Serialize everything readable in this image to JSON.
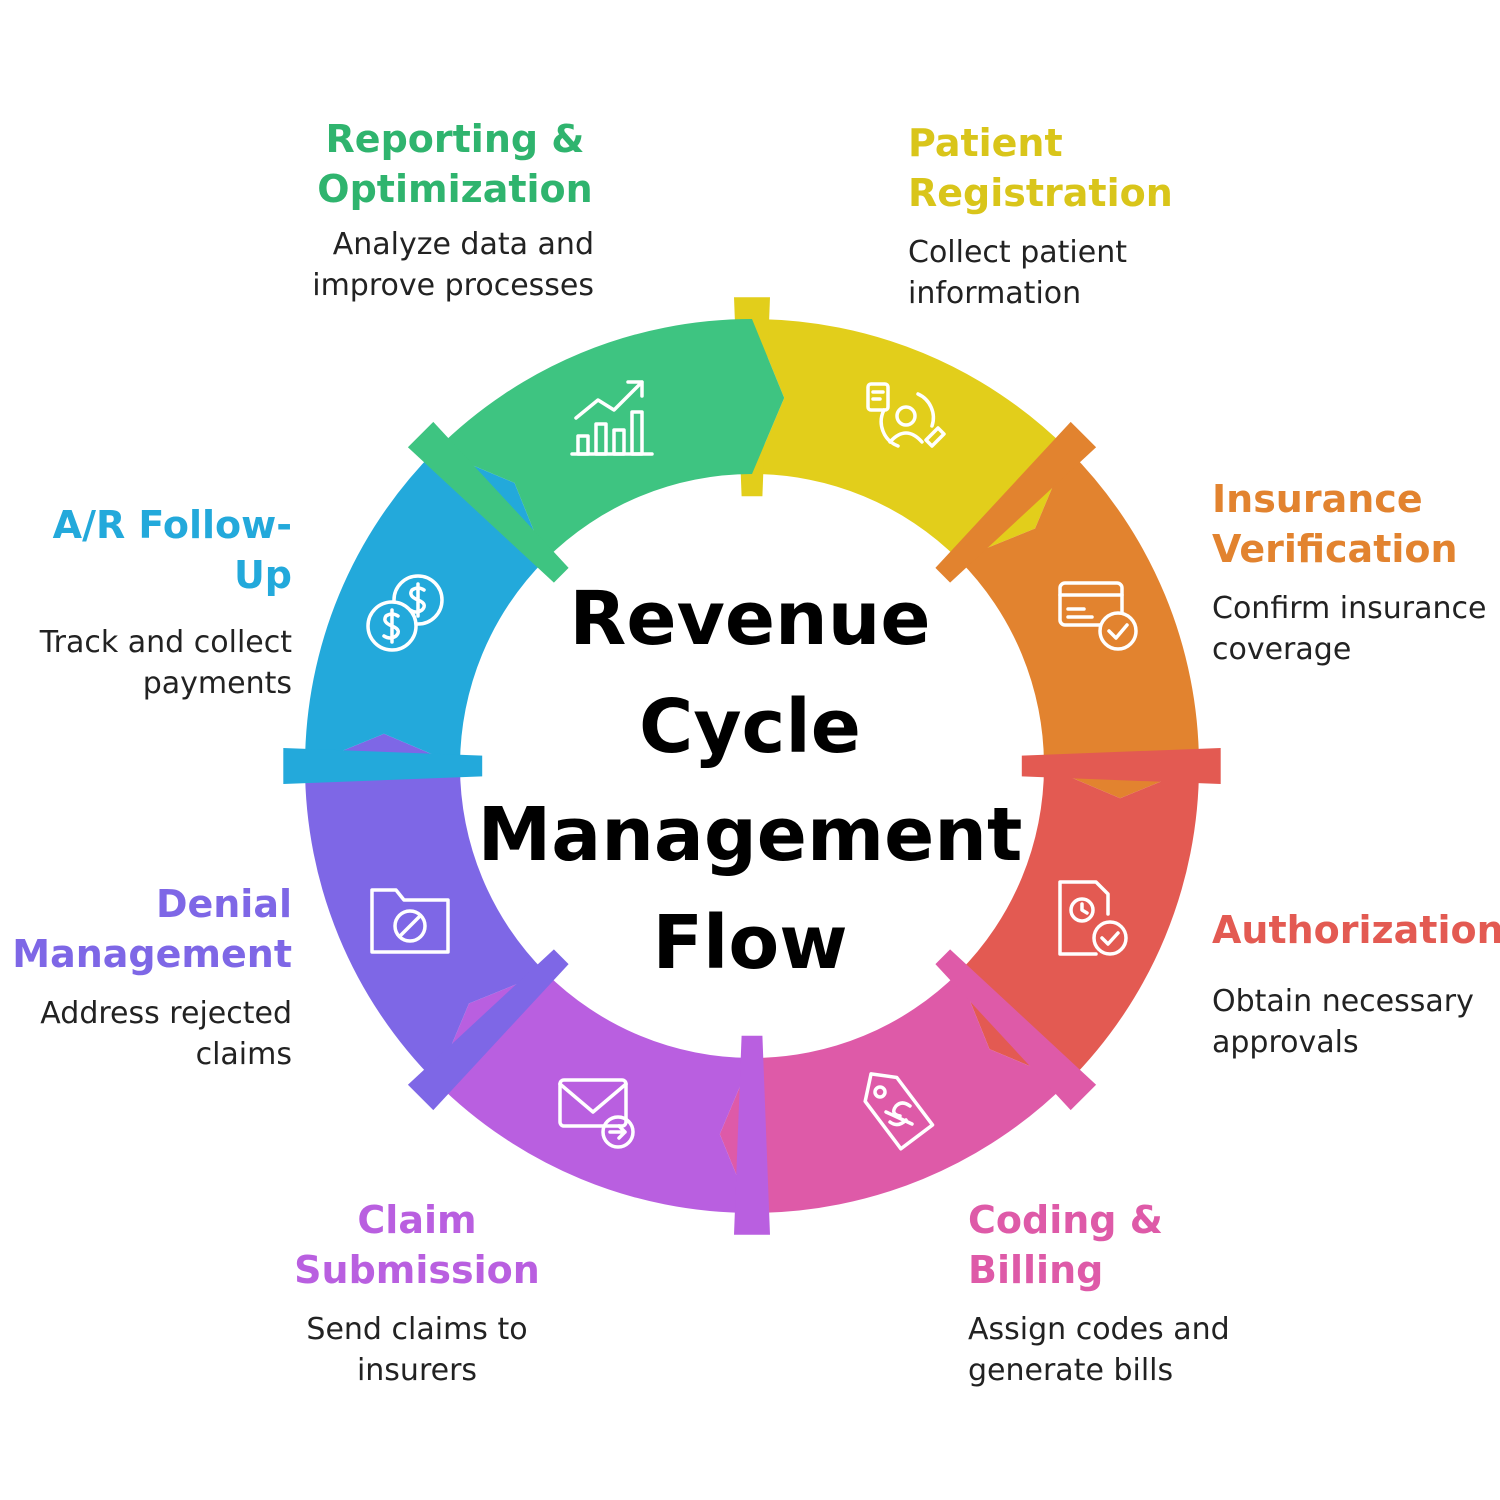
{
  "title": [
    "Revenue",
    "Cycle",
    "Management",
    "Flow"
  ],
  "stages": [
    {
      "id": "patient-registration",
      "title": [
        "Patient",
        "Registration"
      ],
      "desc": [
        "Collect patient",
        "information"
      ],
      "color": "#E2CE1B",
      "icon": "patient-registration-icon"
    },
    {
      "id": "insurance-verification",
      "title": [
        "Insurance",
        "Verification"
      ],
      "desc": [
        "Confirm insurance",
        "coverage"
      ],
      "color": "#E2832F",
      "icon": "insurance-card-check-icon"
    },
    {
      "id": "authorization",
      "title": [
        "Authorization"
      ],
      "desc": [
        "Obtain necessary",
        "approvals"
      ],
      "color": "#E35A52",
      "icon": "document-clock-check-icon"
    },
    {
      "id": "coding-billing",
      "title": [
        "Coding &",
        "Billing"
      ],
      "desc": [
        "Assign codes and",
        "generate bills"
      ],
      "color": "#DE5AA8",
      "icon": "price-tag-icon"
    },
    {
      "id": "claim-submission",
      "title": [
        "Claim",
        "Submission"
      ],
      "desc": [
        "Send claims to",
        "insurers"
      ],
      "color": "#B95FE0",
      "icon": "envelope-send-icon"
    },
    {
      "id": "denial-management",
      "title": [
        "Denial",
        "Management"
      ],
      "desc": [
        "Address rejected",
        "claims"
      ],
      "color": "#7E67E6",
      "icon": "folder-blocked-icon"
    },
    {
      "id": "ar-follow-up",
      "title": [
        "A/R Follow-Up"
      ],
      "desc": [
        "Track and collect",
        "payments"
      ],
      "color": "#23A9DB",
      "icon": "coins-dollar-icon"
    },
    {
      "id": "reporting-optimization",
      "title": [
        "Reporting &",
        "Optimization"
      ],
      "desc": [
        "Analyze data and",
        "improve processes"
      ],
      "color": "#3EC481",
      "icon": "chart-growth-icon"
    }
  ]
}
